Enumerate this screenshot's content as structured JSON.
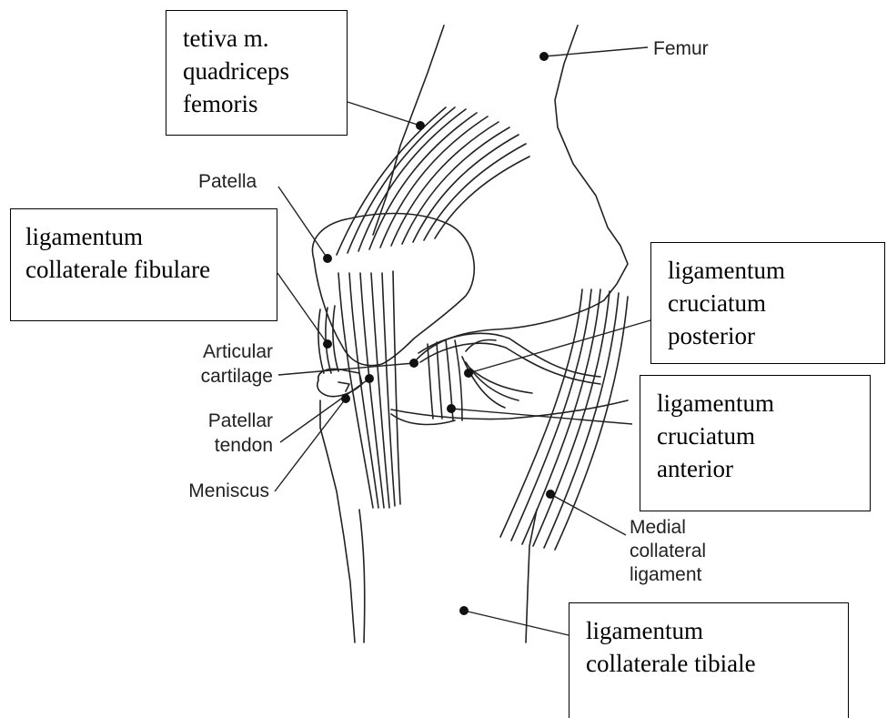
{
  "printed_labels": {
    "femur": "Femur",
    "patella": "Patella",
    "articular_cartilage": [
      "Articular",
      "cartilage"
    ],
    "patellar_tendon": [
      "Patellar",
      "tendon"
    ],
    "meniscus": "Meniscus",
    "medial_collateral_ligament": [
      "Medial",
      "collateral",
      "ligament"
    ]
  },
  "boxed_labels": {
    "quadriceps_tendon": [
      "tetiva m.",
      "quadriceps",
      "femoris"
    ],
    "fibular_collateral": [
      "ligamentum",
      "collaterale fibulare"
    ],
    "posterior_cruciate": [
      "ligamentum",
      "cruciatum",
      "posterior"
    ],
    "anterior_cruciate": [
      "ligamentum",
      "cruciatum",
      "anterior"
    ],
    "tibial_collateral": [
      "ligamentum",
      "collaterale tibiale"
    ]
  },
  "colors": {
    "line": "#222222",
    "box_border": "#000000",
    "background": "#ffffff"
  }
}
